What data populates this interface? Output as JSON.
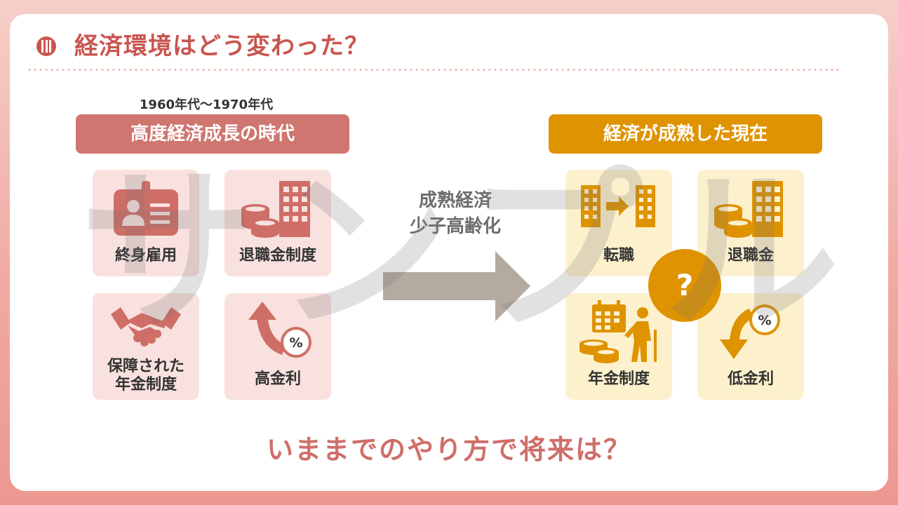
{
  "title": "経済環境はどう変わった？",
  "left": {
    "era": "1960年代～1970年代",
    "header": "高度経済成長の時代",
    "tiles": [
      {
        "label": "終身雇用",
        "icon": "id-badge-icon"
      },
      {
        "label": "退職金制度",
        "icon": "coins-building-icon"
      },
      {
        "label": "保障された年金制度",
        "label_lines": [
          "保障された",
          "年金制度"
        ],
        "icon": "handshake-icon"
      },
      {
        "label": "高金利",
        "icon": "percent-up-arrow-icon"
      }
    ]
  },
  "middle": {
    "lines": [
      "成熟経済",
      "少子高齢化"
    ],
    "icon": "right-arrow-icon"
  },
  "right": {
    "header": "経済が成熟した現在",
    "question": "?",
    "tiles": [
      {
        "label": "転職",
        "icon": "building-transfer-icon"
      },
      {
        "label": "退職金",
        "icon": "coins-building-icon"
      },
      {
        "label": "年金制度",
        "icon": "calendar-elder-coins-icon"
      },
      {
        "label": "低金利",
        "icon": "percent-down-arrow-icon"
      }
    ]
  },
  "bottom_text": "いままでのやり方で将来は？",
  "watermark": "サンプル",
  "colors": {
    "accent_red": "#c9554f",
    "left_header": "#cf7670",
    "left_tile": "#f8e1de",
    "right_header": "#df9300",
    "right_tile": "#fdf1cd",
    "arrow": "#b4aaa0"
  }
}
